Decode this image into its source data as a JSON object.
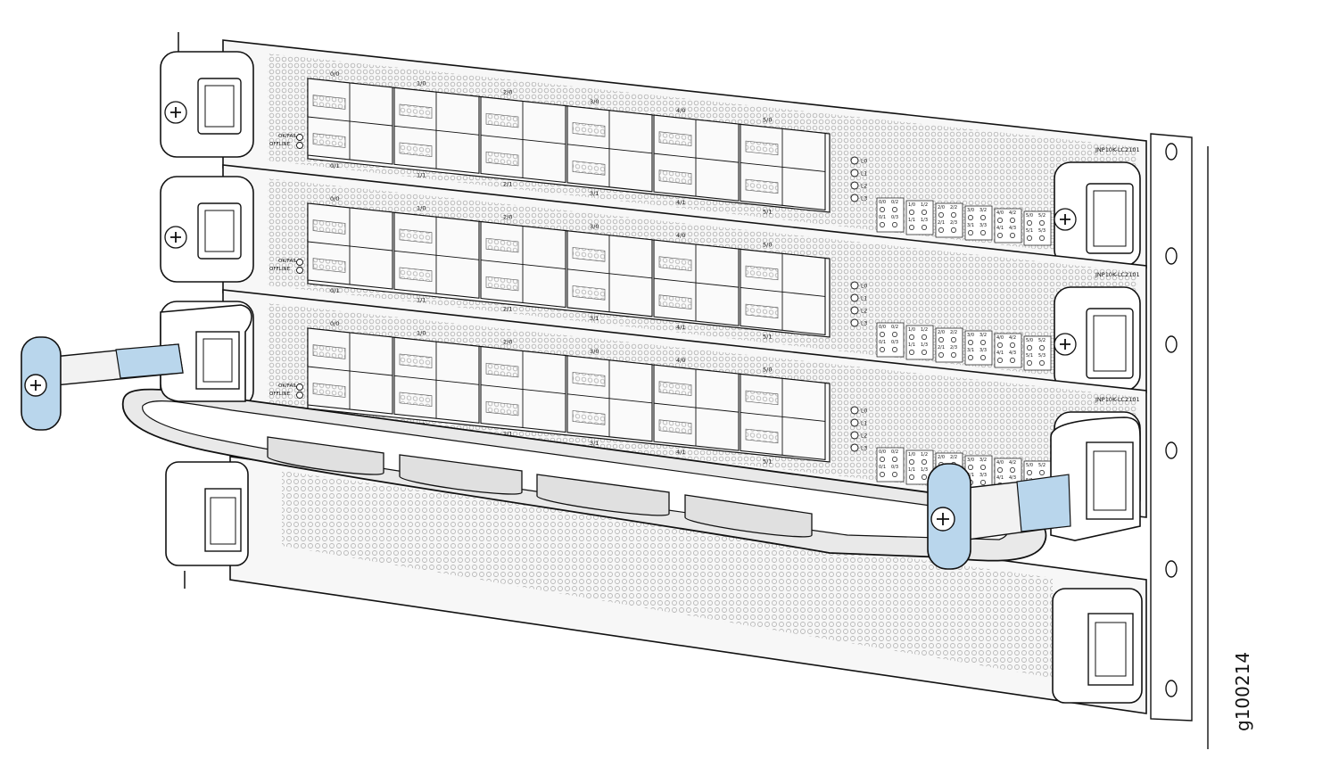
{
  "line_cards": [
    {
      "model": "JNP10K-LC2101",
      "status": {
        "ok_fail": "OK/FAIL",
        "offline": "OFFLINE"
      },
      "port_labels_top": [
        "0/0",
        "1/0",
        "2/0",
        "3/0",
        "4/0",
        "5/0"
      ],
      "port_labels_bottom": [
        "0/1",
        "1/1",
        "2/1",
        "3/1",
        "4/1",
        "5/1"
      ],
      "lane_leds": [
        "L0",
        "L1",
        "L2",
        "L3"
      ],
      "port_status": [
        {
          "top": [
            "0/0",
            "0/2"
          ],
          "bottom": [
            "0/1",
            "0/3"
          ]
        },
        {
          "top": [
            "1/0",
            "1/2"
          ],
          "bottom": [
            "1/1",
            "1/3"
          ]
        },
        {
          "top": [
            "2/0",
            "2/2"
          ],
          "bottom": [
            "2/1",
            "2/3"
          ]
        },
        {
          "top": [
            "3/0",
            "3/2"
          ],
          "bottom": [
            "3/1",
            "3/3"
          ]
        },
        {
          "top": [
            "4/0",
            "4/2"
          ],
          "bottom": [
            "4/1",
            "4/3"
          ]
        },
        {
          "top": [
            "5/0",
            "5/2"
          ],
          "bottom": [
            "5/1",
            "5/3"
          ]
        }
      ]
    },
    {
      "model": "JNP10K-LC2101",
      "status": {
        "ok_fail": "OK/FAIL",
        "offline": "OFFLINE"
      },
      "port_labels_top": [
        "0/0",
        "1/0",
        "2/0",
        "3/0",
        "4/0",
        "5/0"
      ],
      "port_labels_bottom": [
        "0/1",
        "1/1",
        "2/1",
        "3/1",
        "4/1",
        "5/1"
      ],
      "lane_leds": [
        "L0",
        "L1",
        "L2",
        "L3"
      ],
      "port_status": [
        {
          "top": [
            "0/0",
            "0/2"
          ],
          "bottom": [
            "0/1",
            "0/3"
          ]
        },
        {
          "top": [
            "1/0",
            "1/2"
          ],
          "bottom": [
            "1/1",
            "1/3"
          ]
        },
        {
          "top": [
            "2/0",
            "2/2"
          ],
          "bottom": [
            "2/1",
            "2/3"
          ]
        },
        {
          "top": [
            "3/0",
            "3/2"
          ],
          "bottom": [
            "3/1",
            "3/3"
          ]
        },
        {
          "top": [
            "4/0",
            "4/2"
          ],
          "bottom": [
            "4/1",
            "4/3"
          ]
        },
        {
          "top": [
            "5/0",
            "5/2"
          ],
          "bottom": [
            "5/1",
            "5/3"
          ]
        }
      ]
    },
    {
      "model": "JNP10K-LC2101",
      "status": {
        "ok_fail": "OK/FAIL",
        "offline": "OFFLINE"
      },
      "port_labels_top": [
        "0/0",
        "1/0",
        "2/0",
        "3/0",
        "4/0",
        "5/0"
      ],
      "port_labels_bottom": [
        "0/1",
        "1/1",
        "2/1",
        "3/1",
        "4/1",
        "5/1"
      ],
      "lane_leds": [
        "L0",
        "L1",
        "L2",
        "L3"
      ],
      "port_status": [
        {
          "top": [
            "0/0",
            "0/2"
          ],
          "bottom": [
            "0/1",
            "0/3"
          ]
        },
        {
          "top": [
            "1/0",
            "1/2"
          ],
          "bottom": [
            "1/1",
            "1/3"
          ]
        },
        {
          "top": [
            "2/0",
            "2/2"
          ],
          "bottom": [
            "2/1",
            "2/3"
          ]
        },
        {
          "top": [
            "3/0",
            "3/2"
          ],
          "bottom": [
            "3/1",
            "3/3"
          ]
        },
        {
          "top": [
            "4/0",
            "4/2"
          ],
          "bottom": [
            "4/1",
            "4/3"
          ]
        },
        {
          "top": [
            "5/0",
            "5/2"
          ],
          "bottom": [
            "5/1",
            "5/3"
          ]
        }
      ]
    }
  ],
  "figure_id": "g100214",
  "colors": {
    "highlight": "#b9d6ec",
    "outline": "#1a1a1a",
    "panel": "#f7f7f7",
    "perforation": "#bdbdbd",
    "handle_fill": "#e9e9e9"
  }
}
